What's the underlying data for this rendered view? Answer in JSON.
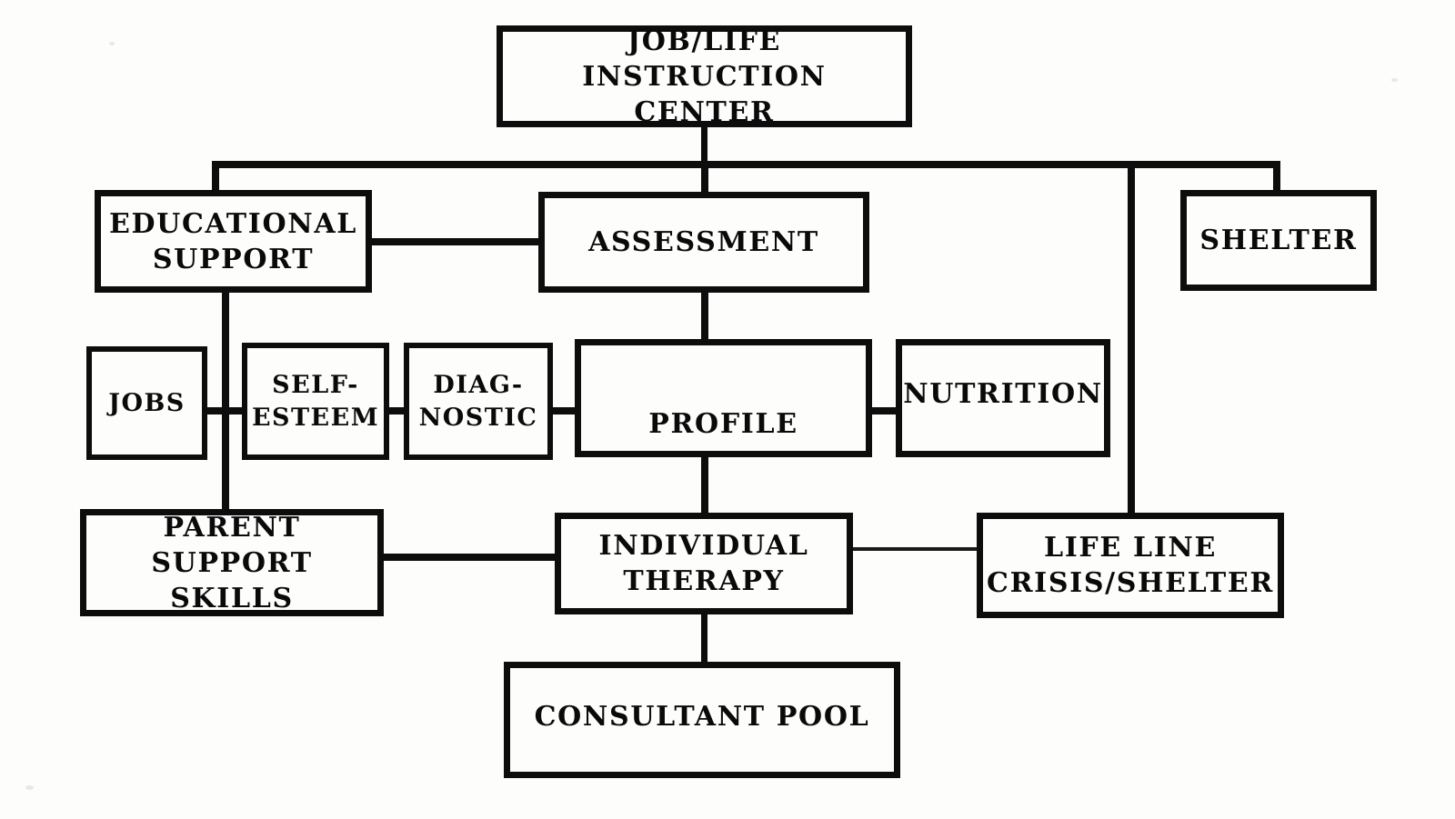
{
  "diagram": {
    "type": "organizational-chart",
    "title": "JOB/LIFE INSTRUCTION CENTER",
    "background_color": "#fdfdfc",
    "line_color": "#0d0d0d",
    "text_color": "#0a0a0a"
  },
  "nodes": {
    "root": {
      "id": "job-life-instruction-center",
      "label": "JOB/LIFE\nINSTRUCTION CENTER",
      "level": 0
    },
    "educational_support": {
      "id": "educational-support",
      "label": "EDUCATIONAL\nSUPPORT",
      "level": 1
    },
    "assessment": {
      "id": "assessment",
      "label": "ASSESSMENT",
      "level": 1
    },
    "shelter": {
      "id": "shelter",
      "label": "SHELTER",
      "level": 1
    },
    "jobs": {
      "id": "jobs",
      "label": "JOBS",
      "level": 2
    },
    "self_esteem": {
      "id": "self-esteem",
      "label": "SELF-\nESTEEM",
      "level": 2
    },
    "diagnostic": {
      "id": "diagnostic",
      "label": "DIAG-\nNOSTIC",
      "level": 2
    },
    "profile": {
      "id": "profile",
      "label": "PROFILE",
      "level": 2
    },
    "nutrition": {
      "id": "nutrition",
      "label": "NUTRITION",
      "level": 2
    },
    "parent_support_skills": {
      "id": "parent-support-skills",
      "label": "PARENT\nSUPPORT SKILLS",
      "level": 3
    },
    "individual_therapy": {
      "id": "individual-therapy",
      "label": "INDIVIDUAL\nTHERAPY",
      "level": 3
    },
    "life_line": {
      "id": "life-line-crisis-shelter",
      "label": "LIFE LINE\nCRISIS/SHELTER",
      "level": 3
    },
    "consultant_pool": {
      "id": "consultant-pool",
      "label": "CONSULTANT POOL",
      "level": 4
    }
  },
  "edges": [
    {
      "from": "job-life-instruction-center",
      "to": "distribution-bus"
    },
    {
      "from": "distribution-bus",
      "to": "educational-support"
    },
    {
      "from": "distribution-bus",
      "to": "assessment"
    },
    {
      "from": "distribution-bus",
      "to": "shelter"
    },
    {
      "from": "distribution-bus",
      "to": "life-line-crisis-shelter"
    },
    {
      "from": "educational-support",
      "to": "assessment"
    },
    {
      "from": "educational-support",
      "to": "jobs"
    },
    {
      "from": "educational-support",
      "to": "self-esteem"
    },
    {
      "from": "educational-support",
      "to": "parent-support-skills"
    },
    {
      "from": "self-esteem",
      "to": "diagnostic"
    },
    {
      "from": "diagnostic",
      "to": "profile"
    },
    {
      "from": "assessment",
      "to": "profile"
    },
    {
      "from": "profile",
      "to": "nutrition"
    },
    {
      "from": "profile",
      "to": "individual-therapy"
    },
    {
      "from": "parent-support-skills",
      "to": "individual-therapy"
    },
    {
      "from": "individual-therapy",
      "to": "life-line-crisis-shelter"
    },
    {
      "from": "individual-therapy",
      "to": "consultant-pool"
    }
  ]
}
